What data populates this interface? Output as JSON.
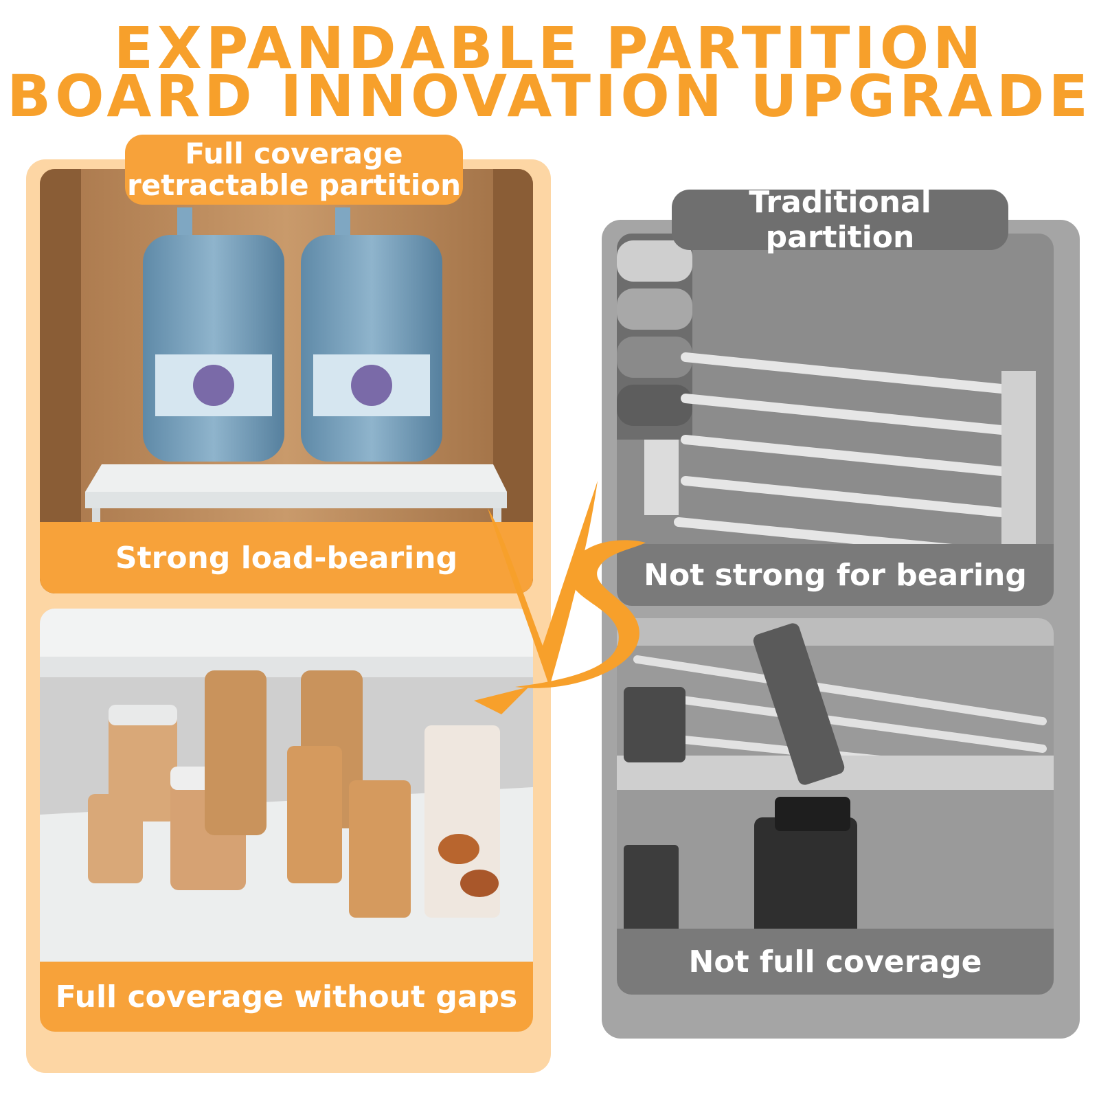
{
  "headline": {
    "line1": "EXPANDABLE PARTITION",
    "line2": "BOARD INNOVATION UPGRADE"
  },
  "left_column": {
    "tag_line1": "Full coverage",
    "tag_line2": "retractable partition",
    "top_caption": "Strong load-bearing",
    "bottom_caption": "Full coverage without gaps"
  },
  "right_column": {
    "tag": "Traditional partition",
    "top_caption": "Not strong for bearing",
    "bottom_caption": "Not full coverage"
  },
  "colors": {
    "accent_orange": "#f7a02b",
    "panel_peach": "#fdd6a4",
    "panel_grey": "#a5a5a5",
    "caption_grey": "#7a7a7a"
  }
}
